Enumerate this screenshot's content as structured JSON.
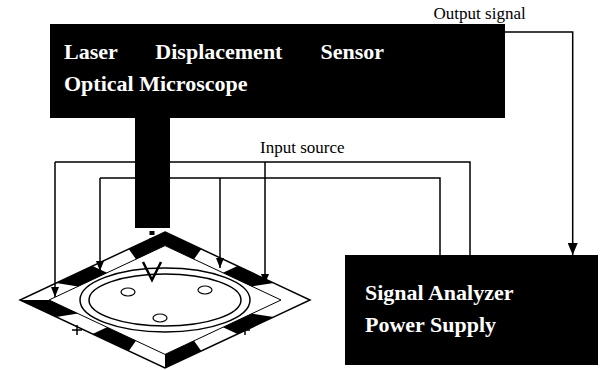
{
  "diagram": {
    "nodes": [
      {
        "text": [
          "Laser Displacement Sensor Optical Microscope"
        ]
      },
      {
        "text": [
          "Signal Analyzer Power Supply"
        ]
      }
    ],
    "edges": [
      {
        "from": 0,
        "to": 1,
        "arrow": "to",
        "label": "Output signal"
      }
    ],
    "labels": [
      "Input source"
    ]
  }
}
